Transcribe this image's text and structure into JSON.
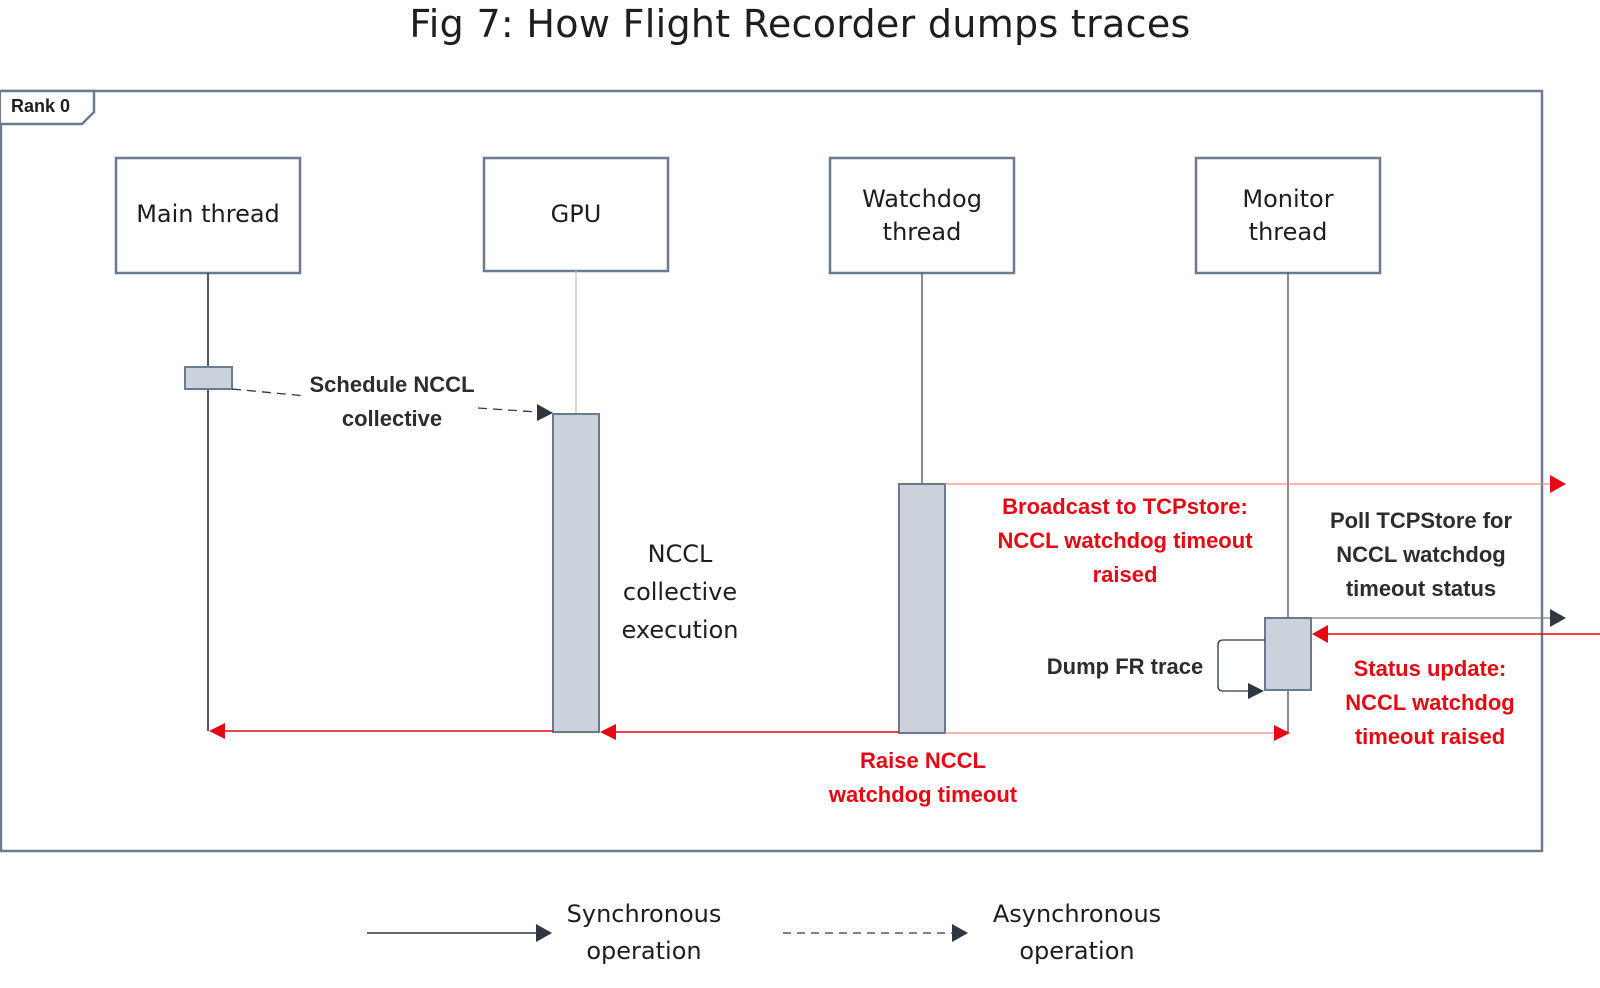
{
  "title": "Fig 7: How Flight Recorder dumps traces",
  "frame": {
    "label": "Rank 0"
  },
  "actors": [
    {
      "id": "main",
      "label": "Main thread"
    },
    {
      "id": "gpu",
      "label": "GPU"
    },
    {
      "id": "watchdog",
      "label": "Watchdog thread"
    },
    {
      "id": "monitor",
      "label": "Monitor thread"
    }
  ],
  "messages": {
    "schedule": {
      "line1": "Schedule NCCL",
      "line2": "collective",
      "type": "asynchronous",
      "from": "Main thread",
      "to": "GPU"
    },
    "execution": {
      "line1": "NCCL",
      "line2": "collective",
      "line3": "execution"
    },
    "broadcast": {
      "line1": "Broadcast to TCPstore:",
      "line2": "NCCL watchdog timeout",
      "line3": "raised",
      "type": "synchronous",
      "from": "Watchdog thread",
      "to": "TCPStore"
    },
    "poll": {
      "line1": "Poll TCPStore for",
      "line2": "NCCL watchdog",
      "line3": "timeout status",
      "type": "synchronous",
      "from": "Monitor thread",
      "to": "TCPStore"
    },
    "status": {
      "line1": "Status update:",
      "line2": "NCCL watchdog",
      "line3": "timeout raised",
      "type": "synchronous",
      "from": "TCPStore",
      "to": "Monitor thread"
    },
    "dump": {
      "label": "Dump FR trace",
      "type": "synchronous",
      "from": "Monitor thread",
      "to": "Monitor thread"
    },
    "raise": {
      "line1": "Raise NCCL",
      "line2": "watchdog timeout",
      "type": "synchronous",
      "from": "Watchdog thread",
      "to": [
        "Main thread",
        "GPU",
        "Monitor thread"
      ]
    }
  },
  "legend": [
    {
      "style": "solid",
      "line1": "Synchronous",
      "line2": "operation"
    },
    {
      "style": "dashed",
      "line1": "Asynchronous",
      "line2": "operation"
    }
  ],
  "colors": {
    "alert": "#e50914",
    "frame": "#6b7a90",
    "activation_fill": "#cbd2db",
    "arrow_dark": "#2f3640"
  }
}
